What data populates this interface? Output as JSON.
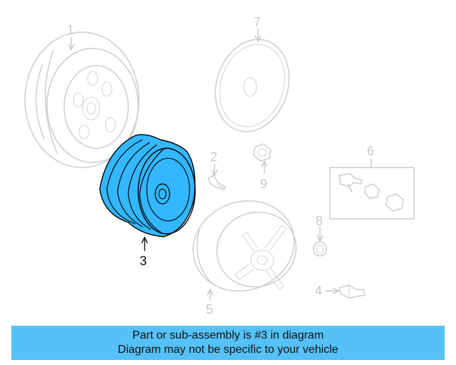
{
  "diagram": {
    "callouts": [
      "1",
      "2",
      "3",
      "4",
      "5",
      "6",
      "7",
      "8",
      "9"
    ],
    "highlighted_part": "3",
    "highlight_color": "#33b7ff",
    "ghost_color": "#cfcfcf"
  },
  "banner": {
    "line1": "Part or sub-assembly is #3 in diagram",
    "line2": "Diagram may not be specific to your vehicle",
    "background": "#55c1f7"
  }
}
